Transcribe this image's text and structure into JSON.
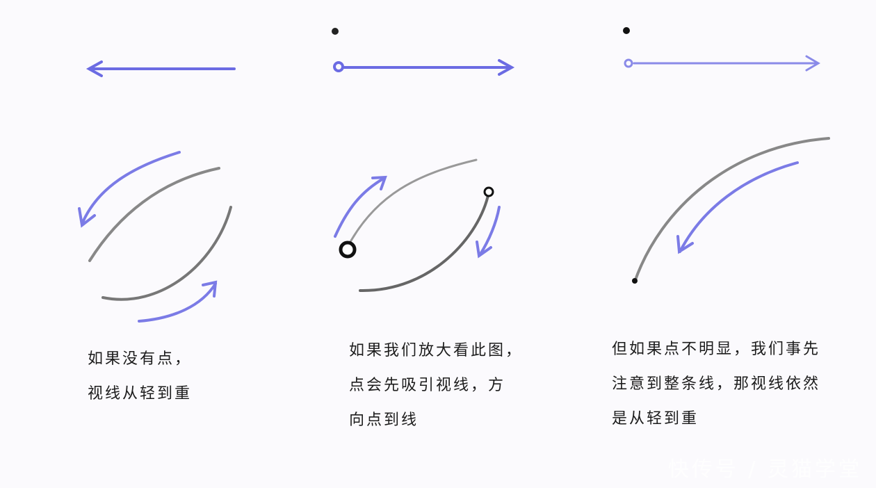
{
  "colors": {
    "background": "#fbfafd",
    "arrow": "#6b6be3",
    "line": "#555555"
  },
  "panels": [
    {
      "caption_lines": [
        "如果没有点，",
        "视线从轻到重"
      ]
    },
    {
      "caption_lines": [
        "如果我们放大看此图，",
        "点会先吸引视线，方",
        "向点到线"
      ]
    },
    {
      "caption_lines": [
        "但如果点不明显，我们事先",
        "注意到整条线，那视线依然",
        "是从轻到重"
      ]
    }
  ],
  "watermark": "快传号 / 灵猫学堂"
}
